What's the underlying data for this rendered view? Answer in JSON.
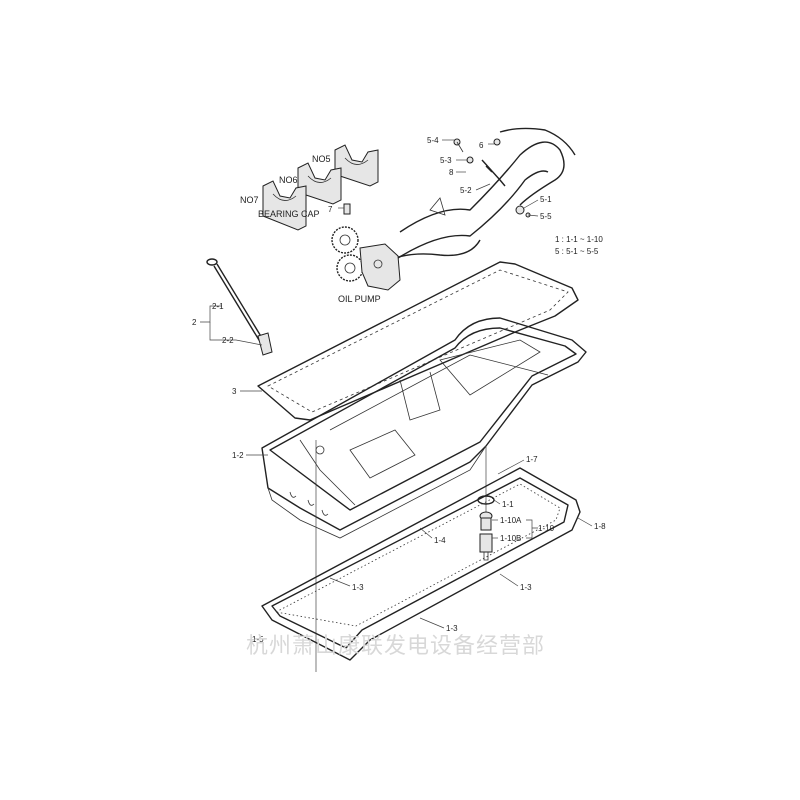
{
  "labels": {
    "no5": "NO5",
    "no6": "NO6",
    "no7": "NO7",
    "bearing_cap": "BEARING CAP",
    "oil_pump": "OIL PUMP",
    "l7": "7",
    "l5_4": "5-4",
    "l5_3": "5-3",
    "l8": "8",
    "l6": "6",
    "l5_2": "5-2",
    "l5_1": "5-1",
    "l5_5": "5-5",
    "legend_1": "1 : 1-1 ~ 1-10",
    "legend_5": "5 : 5-1 ~ 5-5",
    "l2": "2",
    "l2_1": "2-1",
    "l2_2": "2-2",
    "l3": "3",
    "l1_2": "1-2",
    "l1_7": "1-7",
    "l1_1": "1-1",
    "l1_10a": "1-10A",
    "l1_10": "1-10",
    "l1_10b": "1-10B",
    "l1_8": "1-8",
    "l1_4": "1-4",
    "l1_3a": "1-3",
    "l1_3b": "1-3",
    "l1_3c": "1-3",
    "l1_5": "1-5"
  },
  "watermark": "杭州萧山康联发电设备经营部"
}
